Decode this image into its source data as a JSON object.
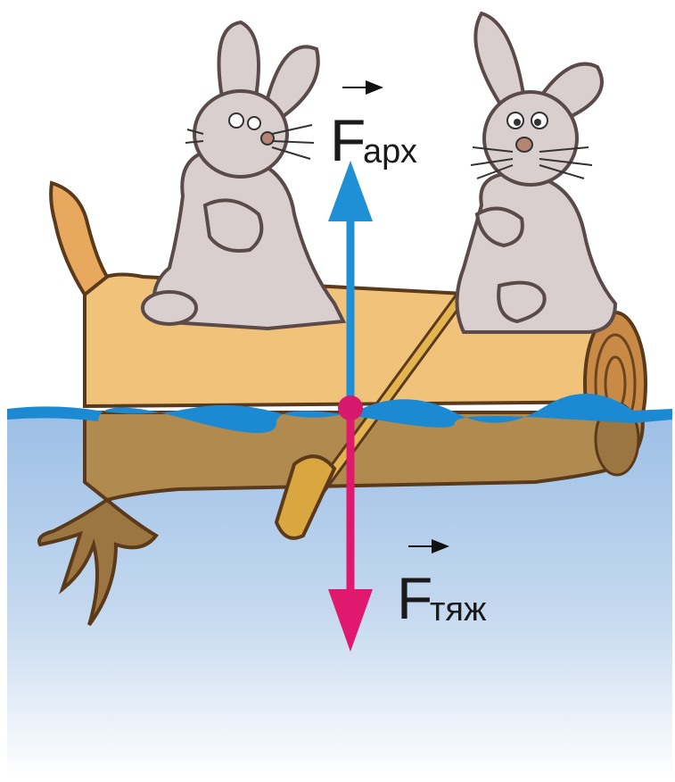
{
  "forces": {
    "buoyancy": {
      "symbol": "F",
      "subscript": "арх",
      "color": "#1f8fd6"
    },
    "gravity": {
      "symbol": "F",
      "subscript": "тяж",
      "color": "#e0196e"
    }
  },
  "colors": {
    "water_line": "#1b8ad3",
    "water_top": "#9cbfe6",
    "water_bottom": "#ffffff",
    "log_above": "#f0c27a",
    "log_below": "#b08a4e",
    "log_outline": "#5a3a1a",
    "rabbit_fur": "#d9cfcf",
    "application_point": "#d6186e"
  },
  "icons": [
    "rabbit-left",
    "rabbit-right",
    "log",
    "oar",
    "water"
  ]
}
